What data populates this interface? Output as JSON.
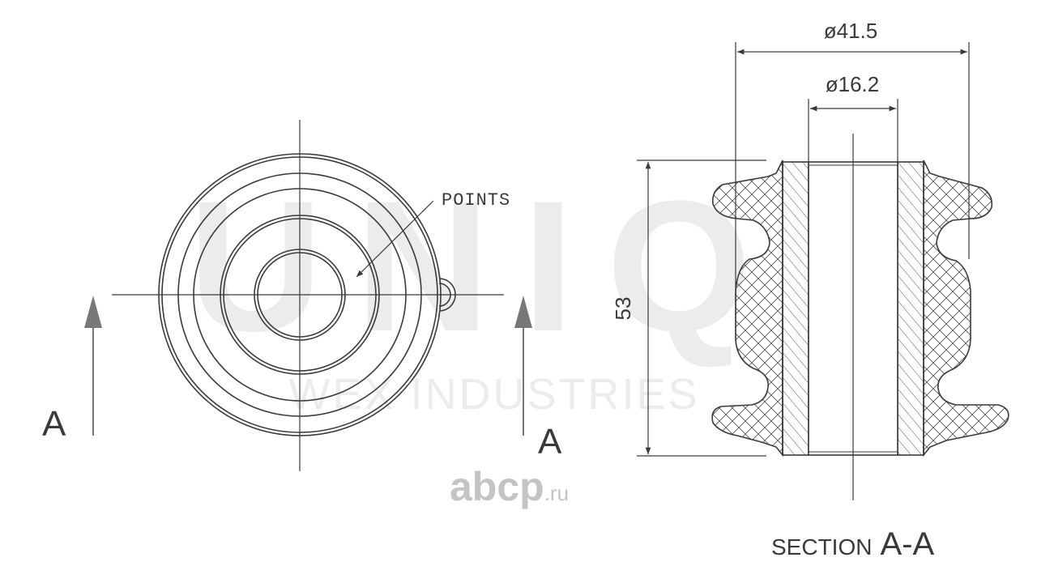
{
  "watermark": {
    "brand": "UNIQ",
    "company": "WEX INDUSTRIES",
    "site_main": "abcp",
    "site_tld": ".ru",
    "color": "#e9e9e9"
  },
  "front_view": {
    "callout": "POINTS",
    "section_mark_left": "A",
    "section_mark_right": "A"
  },
  "section_view": {
    "dim_outer_diameter": "ø41.5",
    "dim_inner_diameter": "ø16.2",
    "dim_height": "53",
    "caption_prefix": "SECTION",
    "caption_id": "A-A"
  },
  "colors": {
    "line": "#3a3a3a",
    "hatch": "#555555"
  }
}
